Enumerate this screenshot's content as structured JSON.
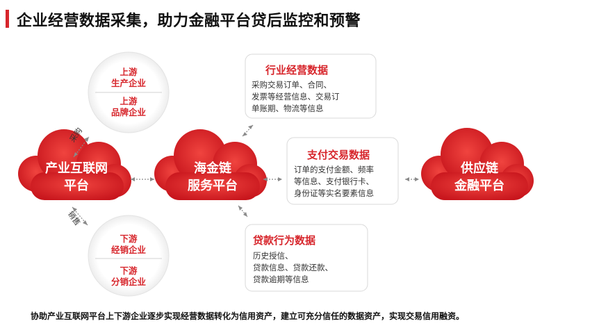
{
  "title": "企业经营数据采集，助力金融平台贷后监控和预警",
  "upstream": {
    "item1": {
      "line1": "上游",
      "line2": "生产企业"
    },
    "item2": {
      "line1": "上游",
      "line2": "品牌企业"
    }
  },
  "downstream": {
    "item1": {
      "line1": "下游",
      "line2": "经销企业"
    },
    "item2": {
      "line1": "下游",
      "line2": "分销企业"
    }
  },
  "clouds": {
    "industry": {
      "line1": "产业互联网",
      "line2": "平台"
    },
    "haijin": {
      "line1": "海金链",
      "line2": "服务平台"
    },
    "supply": {
      "line1": "供应链",
      "line2": "金融平台"
    }
  },
  "arrows": {
    "procure": "采购",
    "sales": "销售"
  },
  "boxes": {
    "operation": {
      "title": "行业经营数据",
      "text": "采购交易订单、合同、\n发票等经营信息、交易订\n单账期、物流等信息"
    },
    "payment": {
      "title": "支付交易数据",
      "text": "订单的支付金额、频率\n等信息、支付银行卡、\n身份证等实名要素信息"
    },
    "loan": {
      "title": "贷款行为数据",
      "text": "历史授信、\n贷款信息、贷款还款、\n贷款逾期等信息"
    }
  },
  "footer": "协助产业互联网平台上下游企业逐步实现经营数据转化为信用资产，建立可充分信任的数据资产，实现交易信用融资。",
  "colors": {
    "accent": "#d7262c",
    "border": "#d9d9d9"
  }
}
